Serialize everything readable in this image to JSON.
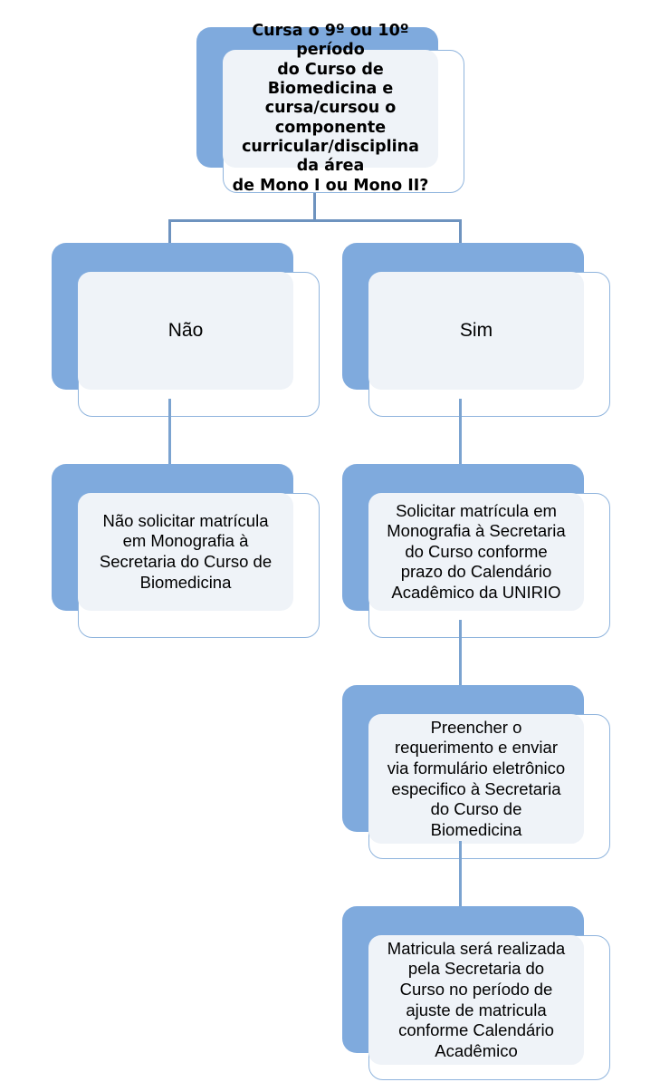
{
  "diagram": {
    "title": "Fluxograma de matricula em Monografia - Curso de Biomedicina UNIRIO",
    "colors": {
      "node_shadow_blue": "#7faadd",
      "node_fill_light": "#eff3f8",
      "node_outline": "#8fb4dd",
      "connector": "#6e93bf",
      "text": "#000000",
      "background": "#ffffff"
    },
    "nodes": {
      "decision": {
        "id": "decision-periodo-mono",
        "text": "Cursa o 9º ou 10º período\ndo Curso de Biomedicina e\ncursa/cursou o componente\ncurricular/disciplina da área\nde Mono I ou Mono II?"
      },
      "branch_no": {
        "id": "branch-nao",
        "text": "Não"
      },
      "branch_yes": {
        "id": "branch-sim",
        "text": "Sim"
      },
      "no_action": {
        "id": "nao-solicitar-matricula",
        "text": "Não solicitar matrícula\nem Monografia à\nSecretaria do Curso de\nBiomedicina"
      },
      "yes_step_1": {
        "id": "solicitar-matricula",
        "text": "Solicitar matrícula em\nMonografia à Secretaria\ndo Curso conforme\nprazo do Calendário\nAcadêmico da UNIRIO"
      },
      "yes_step_2": {
        "id": "preencher-requerimento",
        "text": "Preencher o\nrequerimento e enviar\nvia formulário eletrônico\nespecifico à Secretaria\ndo Curso de\nBiomedicina"
      },
      "yes_step_3": {
        "id": "matricula-realizada",
        "text": "Matricula será realizada\npela Secretaria do\nCurso no período de\najuste de matricula\nconforme Calendário\nAcadêmico"
      }
    }
  }
}
